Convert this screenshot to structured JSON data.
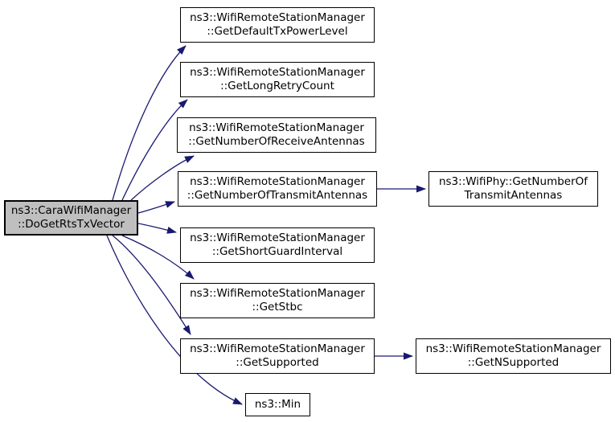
{
  "diagram": {
    "type": "call-graph",
    "colors": {
      "edge": "#191970",
      "node_border": "#000000",
      "node_fill": "#ffffff",
      "highlight_fill": "#bfbfbf",
      "text": "#000000"
    },
    "nodes": {
      "main": {
        "line1": "ns3::CaraWifiManager",
        "line2": "::DoGetRtsTxVector"
      },
      "getDefaultTxPowerLevel": {
        "line1": "ns3::WifiRemoteStationManager",
        "line2": "::GetDefaultTxPowerLevel"
      },
      "getLongRetryCount": {
        "line1": "ns3::WifiRemoteStationManager",
        "line2": "::GetLongRetryCount"
      },
      "getNumberOfReceiveAntennas": {
        "line1": "ns3::WifiRemoteStationManager",
        "line2": "::GetNumberOfReceiveAntennas"
      },
      "getNumberOfTransmitAntennas": {
        "line1": "ns3::WifiRemoteStationManager",
        "line2": "::GetNumberOfTransmitAntennas"
      },
      "getShortGuardInterval": {
        "line1": "ns3::WifiRemoteStationManager",
        "line2": "::GetShortGuardInterval"
      },
      "getStbc": {
        "line1": "ns3::WifiRemoteStationManager",
        "line2": "::GetStbc"
      },
      "getSupported": {
        "line1": "ns3::WifiRemoteStationManager",
        "line2": "::GetSupported"
      },
      "min": {
        "line1": "ns3::Min"
      },
      "wifiPhyGetNumberOfTransmitAntennas": {
        "line1": "ns3::WifiPhy::GetNumberOf",
        "line2": "TransmitAntennas"
      },
      "getNSupported": {
        "line1": "ns3::WifiRemoteStationManager",
        "line2": "::GetNSupported"
      }
    },
    "edges": [
      {
        "from": "main",
        "to": "getDefaultTxPowerLevel"
      },
      {
        "from": "main",
        "to": "getLongRetryCount"
      },
      {
        "from": "main",
        "to": "getNumberOfReceiveAntennas"
      },
      {
        "from": "main",
        "to": "getNumberOfTransmitAntennas"
      },
      {
        "from": "main",
        "to": "getShortGuardInterval"
      },
      {
        "from": "main",
        "to": "getStbc"
      },
      {
        "from": "main",
        "to": "getSupported"
      },
      {
        "from": "main",
        "to": "min"
      },
      {
        "from": "getNumberOfTransmitAntennas",
        "to": "wifiPhyGetNumberOfTransmitAntennas"
      },
      {
        "from": "getSupported",
        "to": "getNSupported"
      }
    ]
  }
}
